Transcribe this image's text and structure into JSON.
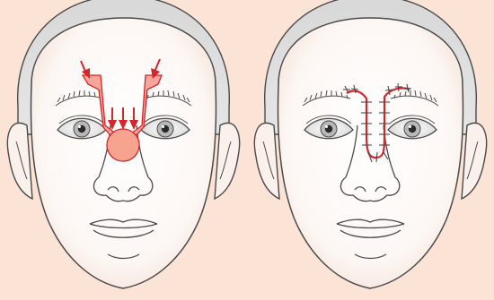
{
  "figure": {
    "background": "#fbe3d6",
    "skin_fill": "#ffffff",
    "outline_color": "#4a4a4a",
    "accent_color": "#d6262b",
    "flap_fill": "#f7a79a",
    "defect_fill": "#f6a48f",
    "panels": [
      {
        "id": "before",
        "shows": [
          "glabellar-flap-arrows",
          "nasal-defect-circle"
        ]
      },
      {
        "id": "after",
        "shows": [
          "sutured-flap-incision"
        ]
      }
    ]
  }
}
